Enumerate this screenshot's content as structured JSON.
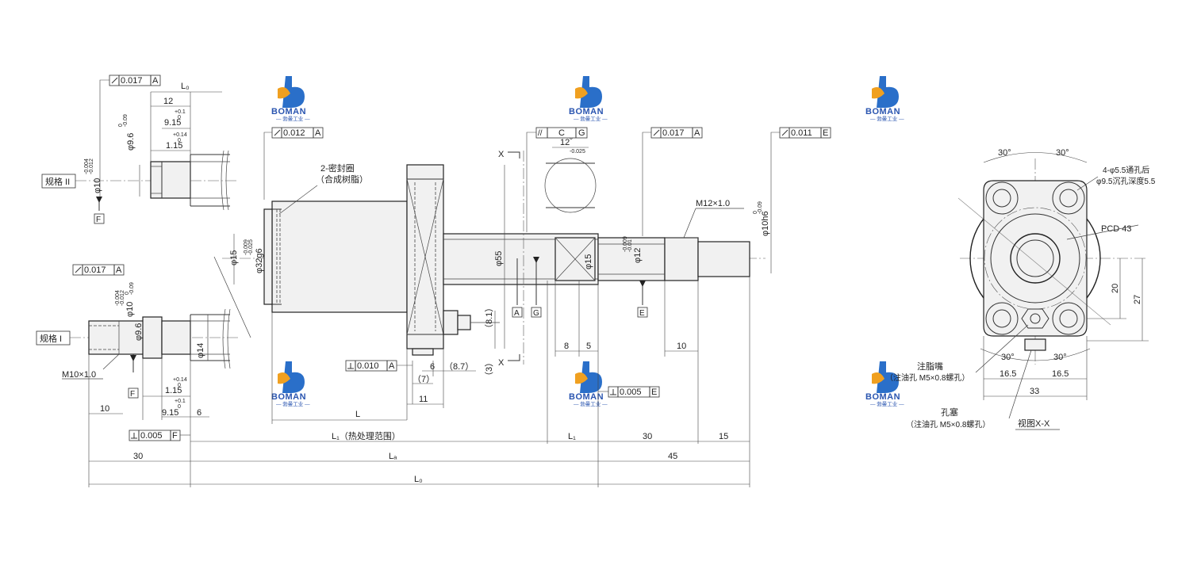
{
  "logo": {
    "brand": "BOMAN",
    "sub": "— 勃曼工业 —"
  },
  "tolerances": {
    "runout_a1": "0.017",
    "datum_a": "A",
    "runout_a2": "0.012",
    "runout_a3": "0.017",
    "runout_a4": "0.017",
    "runout_e": "0.011",
    "datum_e": "E",
    "perp_a": "0.010",
    "perp_f": "0.005",
    "datum_f": "F",
    "perp_e": "0.005",
    "flatness_symbol": "//",
    "datum_c": "C",
    "datum_g": "G"
  },
  "labels": {
    "spec2": "规格 II",
    "spec1": "规格 I",
    "seal": "2-密封圈",
    "seal_material": "（合成树脂）",
    "thread_m10": "M10×1.0",
    "thread_m12": "M12×1.0",
    "grease": "注脂嘴",
    "grease_hole": "（注油孔 M5×0.8螺孔）",
    "plug": "孔塞",
    "plug_hole": "（注油孔 M5×0.8螺孔）",
    "view": "视图X-X",
    "holes1": "4-φ5.5通孔后",
    "holes2": "φ9.5沉孔深度5.5",
    "pcd": "PCD 43",
    "x_mark": "X",
    "datum_a_tag": "A",
    "datum_g_tag": "G",
    "datum_e_tag": "E",
    "datum_f_tag": "F"
  },
  "dims": {
    "L0": "L₀",
    "L": "L",
    "L1_heat": "L₁（热处理范围）",
    "L1": "L₁",
    "La": "Lₐ",
    "d12": "12",
    "d9_15a": "9.15",
    "d1_15a": "1.15",
    "d9_6a": "φ9.6",
    "d10a": "φ10",
    "d9_6b": "φ9.6",
    "d10b": "φ10",
    "d14": "φ14",
    "d1_15b": "1.15",
    "d9_15b": "9.15",
    "d6a": "6",
    "d10c": "10",
    "d30a": "30",
    "d45": "45",
    "d30b": "30",
    "d15a": "15",
    "d15b": "φ15",
    "d32": "φ32g6",
    "d55": "φ55",
    "d15c": "φ15",
    "d12b": "φ12",
    "d10h6": "φ10h6",
    "d8": "8",
    "d5": "5",
    "d10d": "10",
    "d11": "11",
    "d6b": "6",
    "d8_7": "（8.7）",
    "d7": "（7）",
    "d8_1": "（8.1）",
    "d3": "（3）",
    "d12c": "12",
    "ang30": "30°",
    "d20": "20",
    "d27": "27",
    "d16_5": "16.5",
    "d33": "33"
  },
  "tol_small": {
    "p01": "+0.1",
    "z0": "0",
    "p014": "+0.14",
    "m009": "-0.09",
    "m0004": "-0.004",
    "m0012": "-0.012",
    "m0025": "-0.025",
    "m0009": "-0.009",
    "m002": "-0.009",
    "m0025b": "-0.025",
    "m001": "-0.01"
  }
}
